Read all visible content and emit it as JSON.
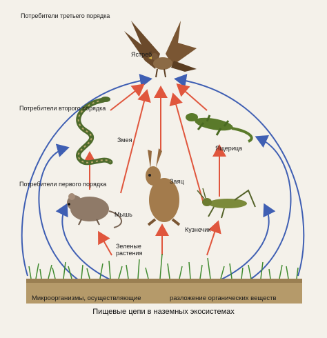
{
  "diagram": {
    "caption": "Пищевые цепи в наземных экосистемах",
    "levels": {
      "third": "Потребители третьего порядка",
      "second": "Потребители второго порядка",
      "first": "Потребители первого порядка"
    },
    "organisms": {
      "hawk": "Ястреб",
      "snake": "Змея",
      "lizard": "Ящерица",
      "hare": "Заяц",
      "mouse": "Мышь",
      "grasshopper": "Кузнечик",
      "plants": "Зеленые растения"
    },
    "ground": {
      "left": "Микроорганизмы, осуществляющие",
      "right": "разложение органических веществ"
    },
    "colors": {
      "energy_arrow": "#e0563d",
      "decomposition_arc": "#3f5fb3",
      "soil": "#b59a6a",
      "grass": "#3f8a2e"
    }
  }
}
